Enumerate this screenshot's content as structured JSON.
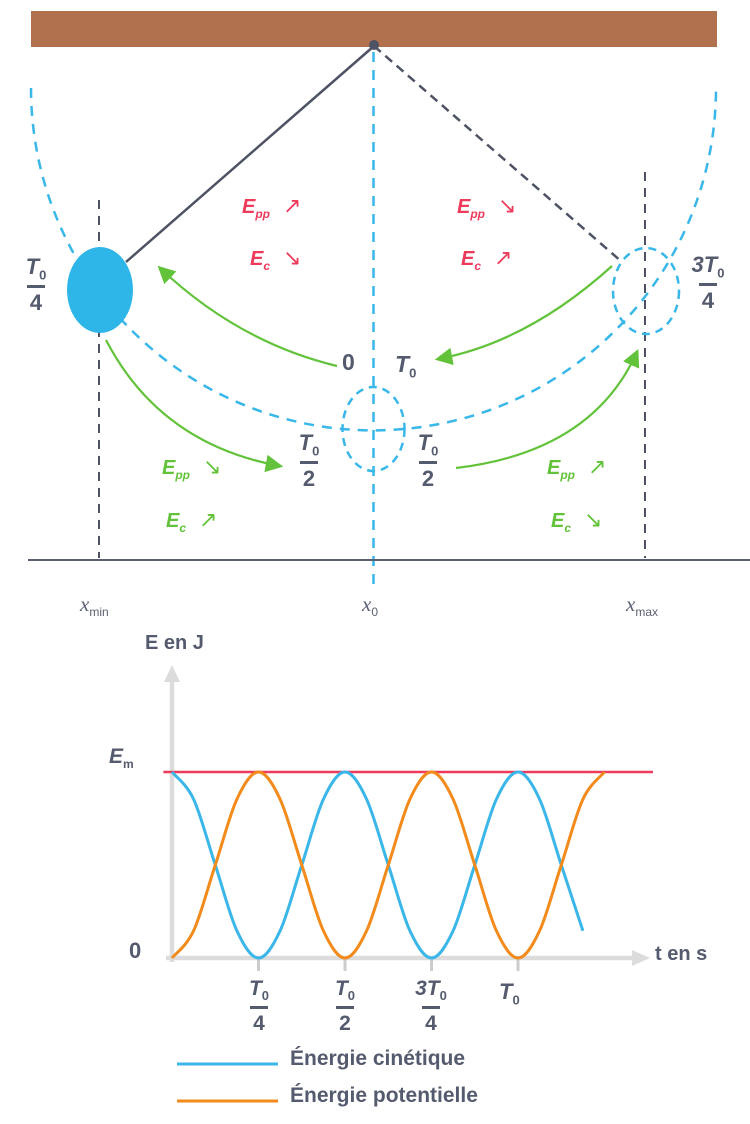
{
  "colors": {
    "ceiling_brown": "#b2714e",
    "bob_cyan": "#2fb6e9",
    "trajectory_cyan": "#39b7e9",
    "structure_slate": "#4d5264",
    "text_slate": "#555b6e",
    "red_pink": "#ee3b5c",
    "green": "#62c33a",
    "orange": "#f28b1b",
    "axis_gray": "#dcdcdc"
  },
  "pendulum": {
    "time_labels": {
      "t0_4": {
        "num": "T",
        "num_sub": "0",
        "den": "4"
      },
      "three_t0_4": {
        "num": "3T",
        "num_sub": "0",
        "den": "4"
      },
      "t0_2_left": {
        "num": "T",
        "num_sub": "0",
        "den": "2"
      },
      "t0_2_right": {
        "num": "T",
        "num_sub": "0",
        "den": "2"
      },
      "zero": "0",
      "t0": {
        "main": "T",
        "sub": "0"
      }
    },
    "annotations": {
      "upper_left_epp": {
        "main": "E",
        "sub": "pp",
        "arrow": "↗"
      },
      "upper_left_ec": {
        "main": "E",
        "sub": "c",
        "arrow": "↘"
      },
      "upper_right_epp": {
        "main": "E",
        "sub": "pp",
        "arrow": "↘"
      },
      "upper_right_ec": {
        "main": "E",
        "sub": "c",
        "arrow": "↗"
      },
      "lower_left_epp": {
        "main": "E",
        "sub": "pp",
        "arrow": "↘"
      },
      "lower_left_ec": {
        "main": "E",
        "sub": "c",
        "arrow": "↗"
      },
      "lower_right_epp": {
        "main": "E",
        "sub": "pp",
        "arrow": "↗"
      },
      "lower_right_ec": {
        "main": "E",
        "sub": "c",
        "arrow": "↘"
      }
    },
    "position_labels": {
      "x_min": {
        "main": "x",
        "sub": "min"
      },
      "x_0": {
        "main": "x",
        "sub": "0"
      },
      "x_max": {
        "main": "x",
        "sub": "max"
      }
    }
  },
  "chart_data": {
    "type": "line",
    "ylabel": "E en J",
    "xlabel": "t en s",
    "origin_label": "0",
    "y_max_label": {
      "main": "E",
      "sub": "m"
    },
    "x_axis_unit": "fractions of period T0",
    "ylim_over_Em": [
      0,
      1
    ],
    "x_ticks": [
      {
        "x_T0": 0.25,
        "num": "T",
        "num_sub": "0",
        "den": "4"
      },
      {
        "x_T0": 0.5,
        "num": "T",
        "num_sub": "0",
        "den": "2"
      },
      {
        "x_T0": 0.75,
        "num": "3T",
        "num_sub": "0",
        "den": "4"
      },
      {
        "x_T0": 1.0,
        "num": "T",
        "num_sub": "0",
        "den": ""
      }
    ],
    "em_line": {
      "color": "#ee3b5c",
      "y_over_Em": 1.0,
      "x_start_T0": -0.025,
      "x_end_T0": 1.39
    },
    "series": [
      {
        "name": "Énergie cinétique",
        "color": "#3ab6e9",
        "formula": "Ec(t) = Em·cos²(2πt/T0)",
        "x_T0": [
          0,
          0.0625,
          0.125,
          0.1875,
          0.25,
          0.3125,
          0.375,
          0.4375,
          0.5,
          0.5625,
          0.625,
          0.6875,
          0.75,
          0.8125,
          0.875,
          0.9375,
          1,
          1.0625,
          1.125,
          1.1875
        ],
        "y_over_Em": [
          1,
          0.854,
          0.5,
          0.146,
          0,
          0.146,
          0.5,
          0.854,
          1,
          0.854,
          0.5,
          0.146,
          0,
          0.146,
          0.5,
          0.854,
          1,
          0.854,
          0.5,
          0.146
        ]
      },
      {
        "name": "Énergie potentielle",
        "color": "#f28b1b",
        "formula": "Epp(t) = Em·sin²(2πt/T0)",
        "x_T0": [
          0,
          0.0625,
          0.125,
          0.1875,
          0.25,
          0.3125,
          0.375,
          0.4375,
          0.5,
          0.5625,
          0.625,
          0.6875,
          0.75,
          0.8125,
          0.875,
          0.9375,
          1,
          1.0625,
          1.125,
          1.1875,
          1.25
        ],
        "y_over_Em": [
          0,
          0.146,
          0.5,
          0.854,
          1,
          0.854,
          0.5,
          0.146,
          0,
          0.146,
          0.5,
          0.854,
          1,
          0.854,
          0.5,
          0.146,
          0,
          0.146,
          0.5,
          0.854,
          1
        ]
      }
    ],
    "legend": [
      {
        "label": "Énergie cinétique",
        "color": "#3ab6e9"
      },
      {
        "label": "Énergie potentielle",
        "color": "#f28b1b"
      }
    ]
  }
}
